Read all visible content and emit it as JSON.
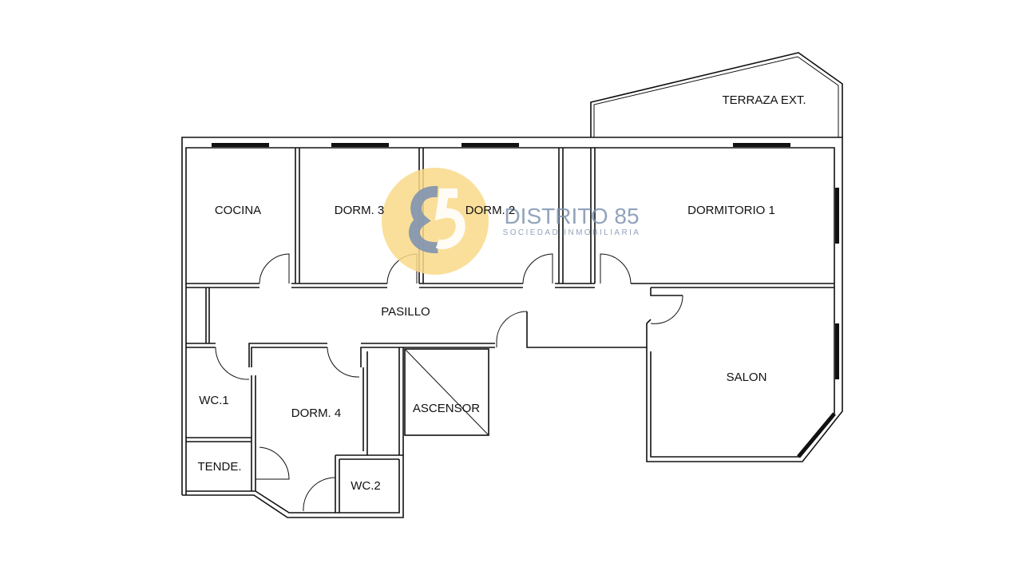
{
  "rooms": {
    "terraza": "TERRAZA EXT.",
    "cocina": "COCINA",
    "dorm3": "DORM. 3",
    "dorm2": "DORM. 2",
    "dormitorio1": "DORMITORIO 1",
    "pasillo": "PASILLO",
    "salon": "SALON",
    "wc1": "WC.1",
    "dorm4": "DORM. 4",
    "ascensor": "ASCENSOR",
    "tende": "TENDE.",
    "wc2": "WC.2"
  },
  "watermark": {
    "brand": "DISTRITO 85",
    "tagline": "SOCIEDAD INMOBILIARIA",
    "circle_color": "#f9d98a",
    "mark_color": "#7f93b0"
  }
}
